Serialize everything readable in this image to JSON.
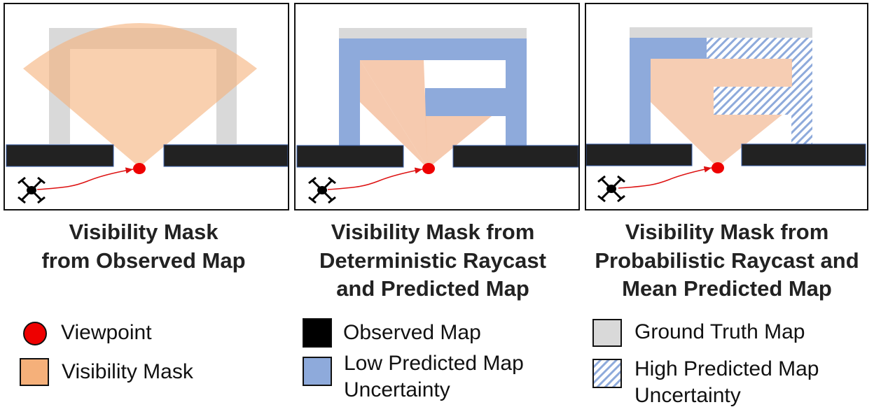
{
  "panels": [
    {
      "caption_lines": [
        "Visibility Mask",
        "from Observed Map"
      ]
    },
    {
      "caption_lines": [
        "Visibility Mask from",
        "Deterministic Raycast",
        "and Predicted Map"
      ]
    },
    {
      "caption_lines": [
        "Visibility Mask from",
        "Probabilistic Raycast and",
        "Mean Predicted Map"
      ]
    }
  ],
  "legend": [
    {
      "label": "Viewpoint",
      "icon": "red-circle",
      "color": "#ee0000"
    },
    {
      "label": "Visibility Mask",
      "icon": "orange-square",
      "color": "#f5b07a"
    },
    {
      "label": "Observed Map",
      "icon": "black-square",
      "color": "#000000"
    },
    {
      "label_lines": [
        "Low Predicted Map",
        "Uncertainty"
      ],
      "icon": "blue-square",
      "color": "#8eaadb"
    },
    {
      "label": "Ground Truth Map",
      "icon": "gray-square",
      "color": "#d9d9d9"
    },
    {
      "label_lines": [
        "High Predicted Map",
        "Uncertainty"
      ],
      "icon": "hatched-blue-square",
      "color": "#8eaadb"
    }
  ],
  "colors": {
    "observed": "#222222",
    "ground_truth": "#d9d9d9",
    "predicted": "#8eaadb",
    "visibility": "#f5c4a6",
    "viewpoint": "#ee0000",
    "path": "#dd1111"
  }
}
